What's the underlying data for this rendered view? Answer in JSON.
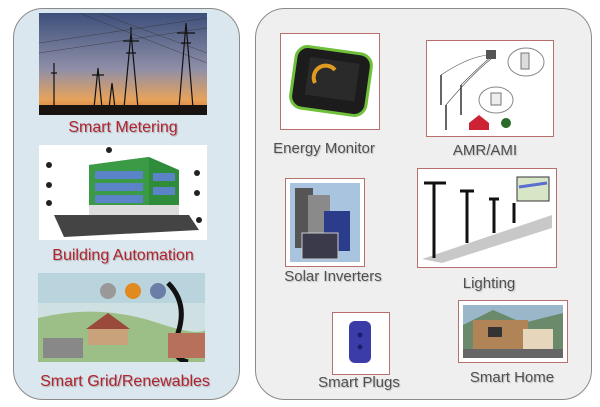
{
  "left_panel": {
    "items": [
      {
        "label": "Smart Metering"
      },
      {
        "label": "Building Automation"
      },
      {
        "label": "Smart Grid/Renewables"
      }
    ]
  },
  "right_panel": {
    "items": [
      {
        "label": "Energy Monitor"
      },
      {
        "label": "AMR/AMI"
      },
      {
        "label": "Solar Inverters"
      },
      {
        "label": "Lighting"
      },
      {
        "label": "Smart Plugs"
      },
      {
        "label": "Smart Home"
      }
    ]
  },
  "colors": {
    "left_label": "#b3232d",
    "right_label": "#505050",
    "left_bg": "#dbe7ee",
    "right_bg": "#efefef",
    "frame": "#b8706f"
  }
}
